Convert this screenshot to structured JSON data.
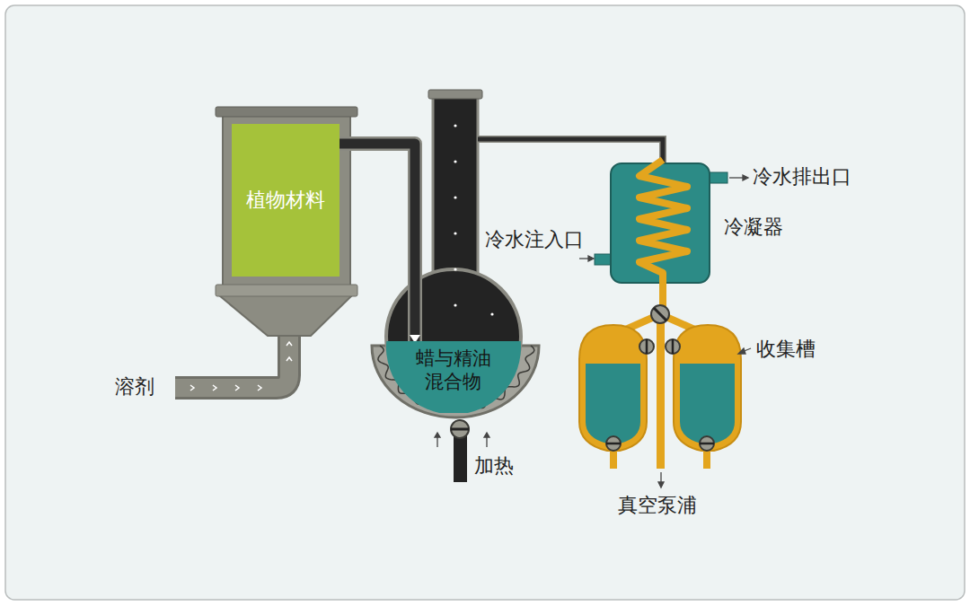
{
  "diagram": {
    "nodes": [
      {
        "text": [
          "植物材料"
        ]
      },
      {
        "text": [
          "蜡与精油 混合物"
        ]
      }
    ],
    "edges": [
      {
        "from": 0,
        "to": 1,
        "arrow": "to"
      }
    ],
    "labels": [
      "溶剂",
      "加热",
      "冷水注入口",
      "冷凝器",
      "冷水排出口",
      "收集槽",
      "真空泵浦"
    ]
  }
}
